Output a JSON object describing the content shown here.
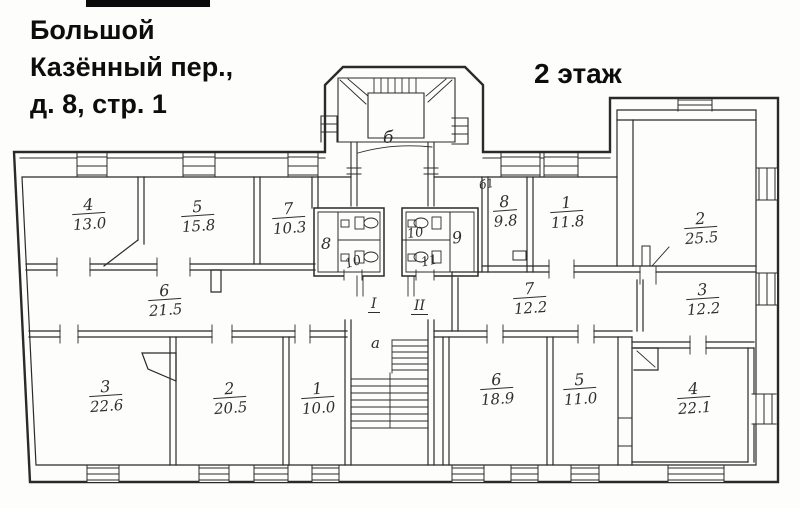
{
  "title": {
    "line1": "Большой",
    "line2": "Казённый пер.,",
    "line3": "д. 8, стр. 1"
  },
  "floor_label": "2 этаж",
  "rooms": [
    {
      "num": "4",
      "area": "13.0"
    },
    {
      "num": "5",
      "area": "15.8"
    },
    {
      "num": "7",
      "area": "10.3"
    },
    {
      "num": "6",
      "area": "21.5"
    },
    {
      "num": "3",
      "area": "22.6"
    },
    {
      "num": "2",
      "area": "20.5"
    },
    {
      "num": "1",
      "area": "10.0"
    },
    {
      "num": "8",
      "area": "9.8"
    },
    {
      "num": "1",
      "area": "11.8"
    },
    {
      "num": "2",
      "area": "25.5"
    },
    {
      "num": "7",
      "area": "12.2"
    },
    {
      "num": "3",
      "area": "12.2"
    },
    {
      "num": "6",
      "area": "18.9"
    },
    {
      "num": "5",
      "area": "11.0"
    },
    {
      "num": "4",
      "area": "22.1"
    }
  ],
  "small_labels": [
    {
      "text": "8"
    },
    {
      "text": "10"
    },
    {
      "text": "10"
    },
    {
      "text": "11"
    },
    {
      "text": "9"
    },
    {
      "text": "б"
    },
    {
      "text": "б1"
    },
    {
      "text": "I"
    },
    {
      "text": "II"
    },
    {
      "text": "а"
    }
  ],
  "colors": {
    "ink": "#2a2a2a",
    "paper": "#fdfdfb"
  }
}
